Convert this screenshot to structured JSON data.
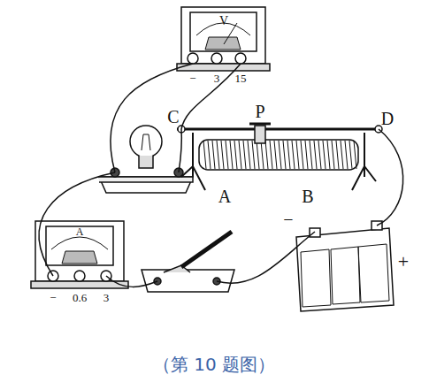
{
  "diagram": {
    "caption": "（第 10 题图）",
    "labels": [
      "V",
      "−",
      "3",
      "15",
      "C",
      "P",
      "D",
      "A",
      "B",
      "−",
      "+",
      "A",
      "−",
      "0.6",
      "3"
    ]
  }
}
